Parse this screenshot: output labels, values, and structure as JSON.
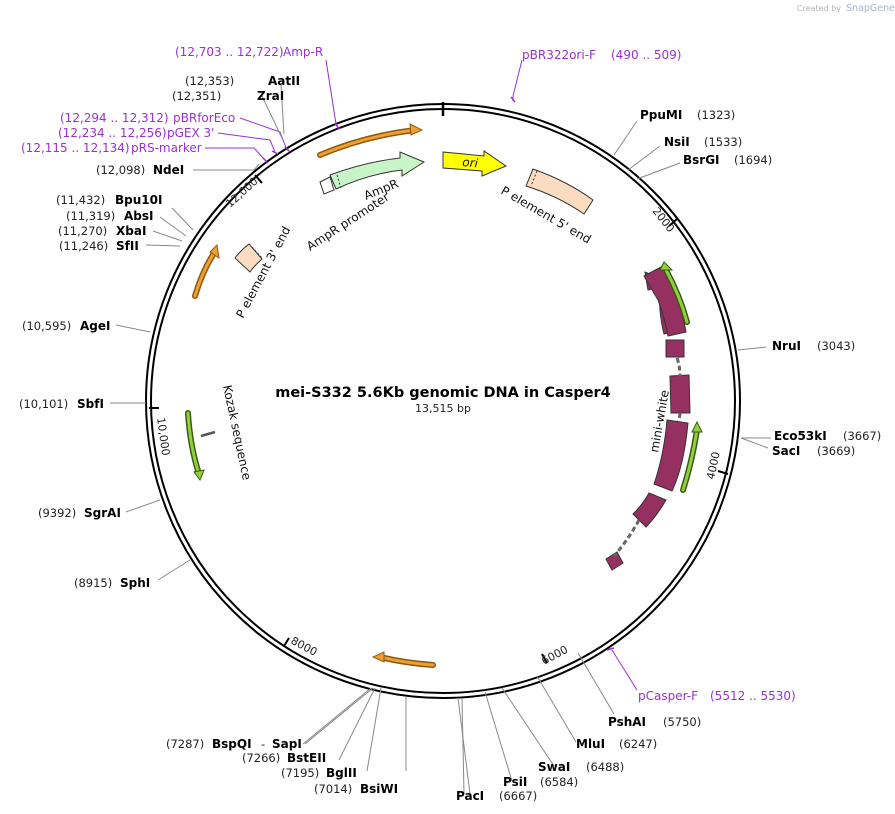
{
  "credit": {
    "prefix": "Created by",
    "brand": "SnapGene"
  },
  "title": "mei-S332 5.6Kb genomic DNA in Casper4",
  "subtitle": "13,515 bp",
  "ticks": [
    "2000",
    "4000",
    "6000",
    "8000",
    "10,000",
    "12,000"
  ],
  "primers": [
    {
      "name": "Amp-R",
      "range": "(12,703 .. 12,722)"
    },
    {
      "name": "pBR322ori-F",
      "range": "(490 .. 509)"
    },
    {
      "name": "pBRforEco",
      "range": "(12,294 .. 12,312)"
    },
    {
      "name": "pGEX 3'",
      "range": "(12,234 .. 12,256)"
    },
    {
      "name": "pRS-marker",
      "range": "(12,115 .. 12,134)"
    },
    {
      "name": "pCasper-F",
      "range": "(5512 .. 5530)"
    }
  ],
  "enzymes_left": [
    {
      "name": "AatII",
      "pos": "(12,353)"
    },
    {
      "name": "ZraI",
      "pos": "(12,351)"
    },
    {
      "name": "NdeI",
      "pos": "(12,098)"
    },
    {
      "name": "Bpu10I",
      "pos": "(11,432)"
    },
    {
      "name": "AbsI",
      "pos": "(11,319)"
    },
    {
      "name": "XbaI",
      "pos": "(11,270)"
    },
    {
      "name": "SfII",
      "pos": "(11,246)"
    },
    {
      "name": "AgeI",
      "pos": "(10,595)"
    },
    {
      "name": "SbfI",
      "pos": "(10,101)"
    },
    {
      "name": "SgrAI",
      "pos": "(9392)"
    },
    {
      "name": "SphI",
      "pos": "(8915)"
    }
  ],
  "enzymes_right": [
    {
      "name": "PpuMI",
      "pos": "(1323)"
    },
    {
      "name": "NsiI",
      "pos": "(1533)"
    },
    {
      "name": "BsrGI",
      "pos": "(1694)"
    },
    {
      "name": "NruI",
      "pos": "(3043)"
    },
    {
      "name": "Eco53kI",
      "pos": "(3667)"
    },
    {
      "name": "SacI",
      "pos": "(3669)"
    },
    {
      "name": "PshAI",
      "pos": "(5750)"
    },
    {
      "name": "MluI",
      "pos": "(6247)"
    },
    {
      "name": "SwaI",
      "pos": "(6488)"
    },
    {
      "name": "PsiI",
      "pos": "(6584)"
    },
    {
      "name": "PacI",
      "pos": "(6667)"
    },
    {
      "name": "BsiWI",
      "pos": "(7014)"
    },
    {
      "name": "BglII",
      "pos": "(7195)"
    },
    {
      "name": "BstEII",
      "pos": "(7266)"
    },
    {
      "name": "BspQI",
      "pos": "(7287)"
    },
    {
      "name": "SapI",
      "pos": ""
    }
  ],
  "bottom_sep": "-",
  "features": {
    "ampr": "AmpR",
    "ampr_promoter": "AmpR promoter",
    "ori": "ori",
    "p5": "P element 5' end",
    "p3": "P element 3' end",
    "kozak": "Kozak sequence",
    "mini_white": "mini-white"
  },
  "colors": {
    "primer": "#9b30d0",
    "ori": "#ffff00",
    "ampr": "#c8f5c8",
    "pelement": "#fbdcc0",
    "mini_white": "#963060",
    "orange_arrow": "#f0a030",
    "green_arrow": "#90d040"
  }
}
